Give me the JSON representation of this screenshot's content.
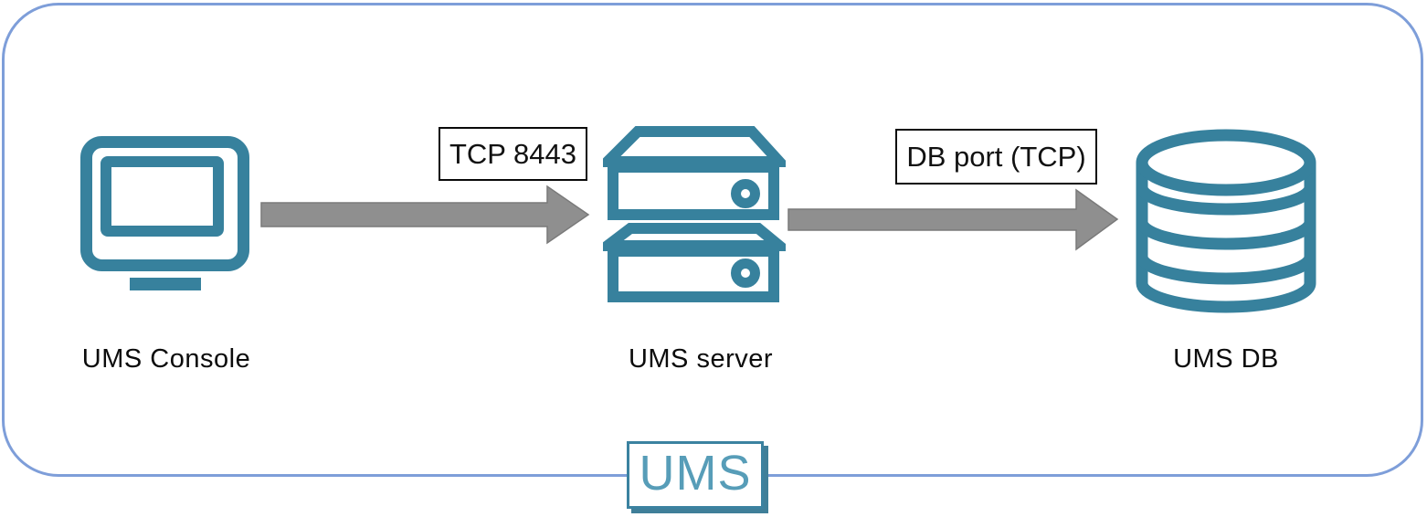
{
  "diagram": {
    "nodes": [
      {
        "id": "ums-console",
        "label": "UMS Console",
        "icon": "monitor-icon"
      },
      {
        "id": "ums-server",
        "label": "UMS server",
        "icon": "server-icon"
      },
      {
        "id": "ums-db",
        "label": "UMS DB",
        "icon": "database-icon"
      }
    ],
    "connections": [
      {
        "from": "ums-console",
        "to": "ums-server",
        "label": "TCP 8443"
      },
      {
        "from": "ums-server",
        "to": "ums-db",
        "label": "DB port (TCP)"
      }
    ],
    "logo": {
      "text": "UMS"
    },
    "colors": {
      "icon_teal": "#37819d",
      "frame_blue": "#7e9ed9",
      "arrow_gray": "#8f8f8f",
      "port_label_border": "#000000",
      "logo_text_teal": "#579db8"
    }
  }
}
